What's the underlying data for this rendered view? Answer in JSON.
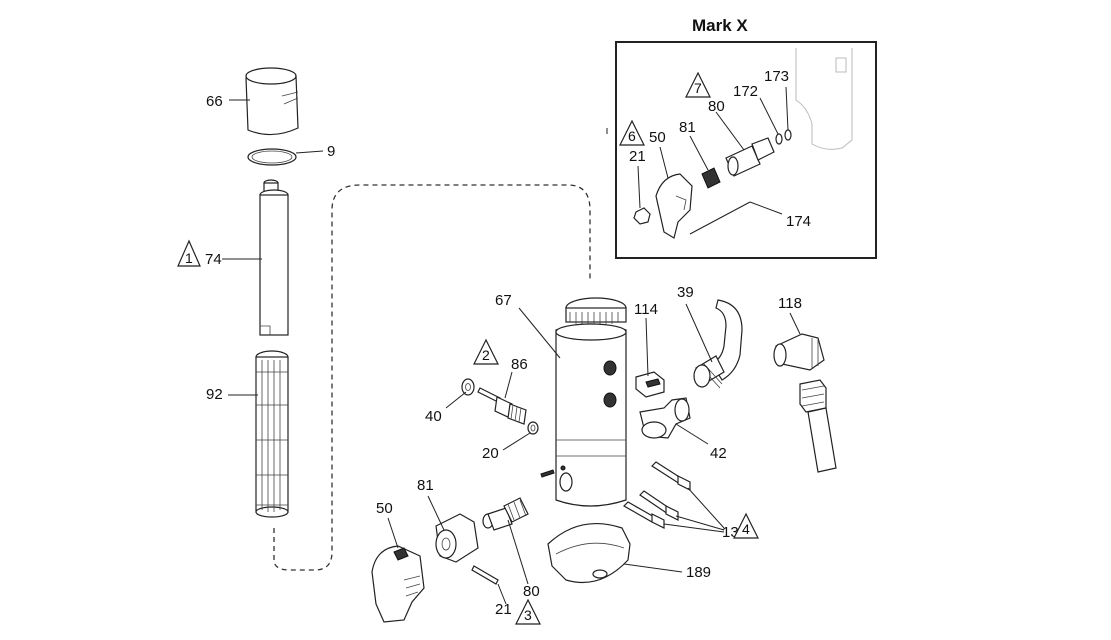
{
  "title": "Mark X",
  "parts": {
    "p66": "66",
    "p9": "9",
    "p74": "74",
    "p92": "92",
    "p67": "67",
    "p86": "86",
    "p40": "40",
    "p20": "20",
    "p114": "114",
    "p39": "39",
    "p42": "42",
    "p118": "118",
    "p134": "134",
    "p189": "189",
    "p50": "50",
    "p81": "81",
    "p80": "80",
    "p21": "21",
    "inset_173": "173",
    "inset_172": "172",
    "inset_80": "80",
    "inset_81": "81",
    "inset_50": "50",
    "inset_21": "21",
    "inset_174": "174"
  },
  "warnings": {
    "w1": "1",
    "w2": "2",
    "w3": "3",
    "w4": "4",
    "w6": "6",
    "w7": "7"
  }
}
